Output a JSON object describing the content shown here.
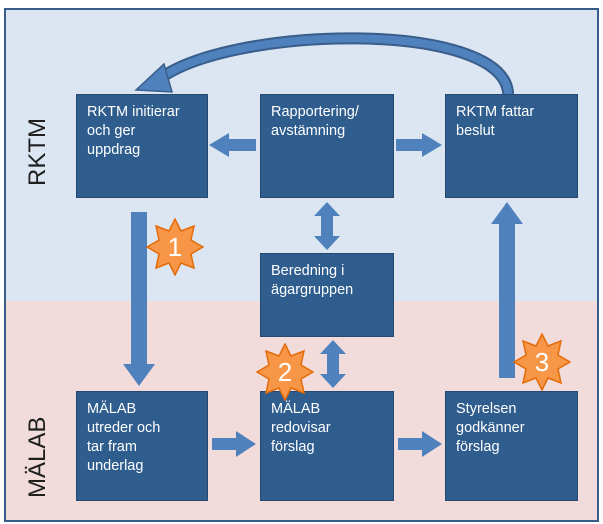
{
  "lanes": {
    "top": "RKTM",
    "bottom": "MÄLAB"
  },
  "boxes": {
    "rktm_initiates": "RKTM initierar\noch ger\nuppdrag",
    "reporting": "Rapportering/\navstämning",
    "rktm_decides": "RKTM fattar\nbeslut",
    "preparation": "Beredning i\nägargruppen",
    "malab_investigates": "MÄLAB\nutreder  och\ntar fram\nunderlag",
    "malab_presents": "MÄLAB\nredovisar\nförslag",
    "board_approves": "Styrelsen\ngodkänner\nförslag"
  },
  "badges": {
    "step1": "1",
    "step2": "2",
    "step3": "3"
  },
  "colors": {
    "box": "#2f5d8e",
    "arrow": "#4f81bd",
    "badge": "#f79646",
    "lane_top": "#dce6f2",
    "lane_bottom": "#f2dcdb"
  }
}
